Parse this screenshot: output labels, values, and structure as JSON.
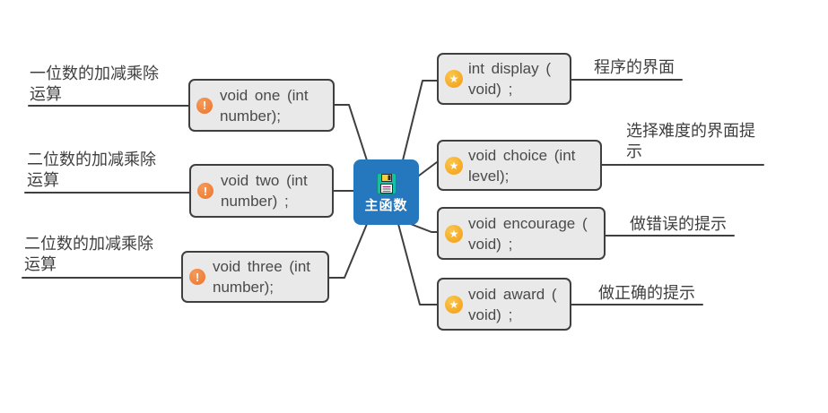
{
  "root": {
    "label": "主函数",
    "icon": "floppy-disk"
  },
  "left_branches": [
    {
      "label": "一位数的加减乘除\n运算",
      "code": "void one (int\nnumber);",
      "marker_icon": "exclamation-circle"
    },
    {
      "label": "二位数的加减乘除\n运算",
      "code": "void two (int\nnumber) ;",
      "marker_icon": "exclamation-circle"
    },
    {
      "label": "二位数的加减乘除\n运算",
      "code": "void three  (int\nnumber);",
      "marker_icon": "exclamation-circle"
    }
  ],
  "right_branches": [
    {
      "code": "int  display (\nvoid) ;",
      "label": "程序的界面",
      "marker_icon": "star-circle"
    },
    {
      "code": "void choice (int\nlevel);",
      "label": "选择难度的界面提\n示",
      "marker_icon": "star-circle"
    },
    {
      "code": "void encourage (\nvoid) ;",
      "label": "做错误的提示",
      "marker_icon": "star-circle"
    },
    {
      "code": "void award (\nvoid) ;",
      "label": "做正确的提示",
      "marker_icon": "star-circle"
    }
  ],
  "colors": {
    "root_fill": "#2577be",
    "topic_fill": "#e9e9e9",
    "topic_border": "#3f3f3f",
    "connector": "#3f3f3f",
    "text": "#4a4a4a",
    "alert_marker": "#ec742c",
    "star_marker": "#f29c14",
    "root_text": "#ffffff"
  }
}
